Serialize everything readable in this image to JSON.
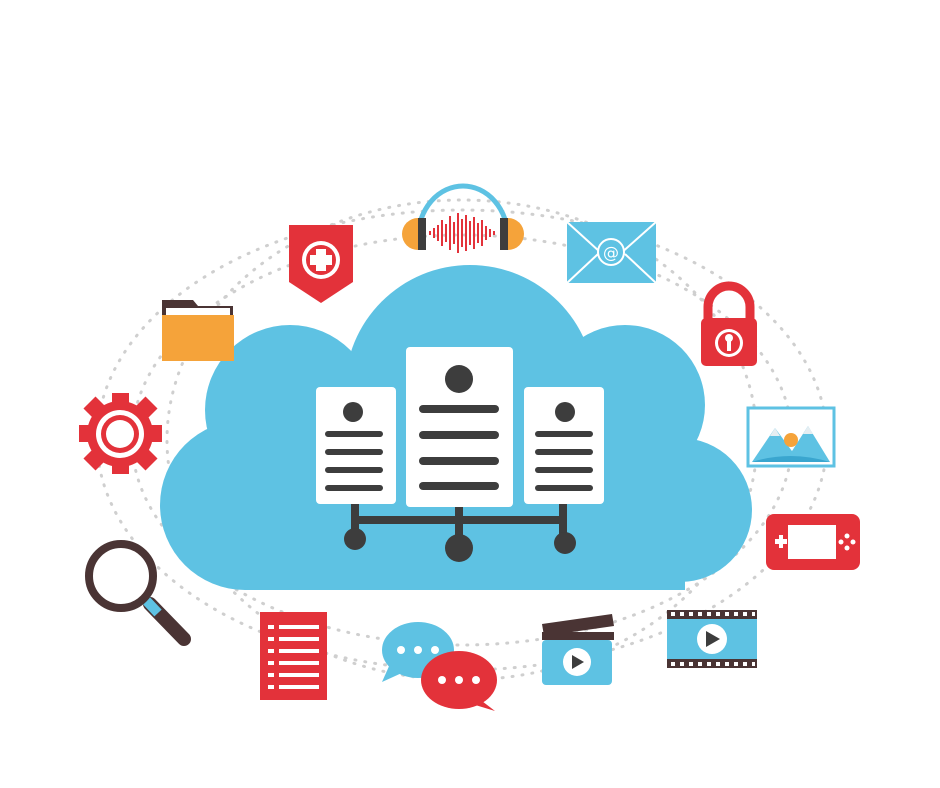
{
  "illustration": {
    "subject": "cloud-storage-services",
    "center": {
      "element": "cloud",
      "documents": 3
    },
    "icons": [
      "shield-plus-icon",
      "headphones-audio-icon",
      "email-envelope-icon",
      "folder-icon",
      "padlock-icon",
      "gear-icon",
      "image-landscape-icon",
      "magnifier-icon",
      "gamepad-icon",
      "checklist-document-icon",
      "chat-bubbles-icon",
      "clapperboard-video-icon",
      "film-strip-icon"
    ],
    "email_symbol": "@"
  },
  "colors": {
    "cloud": "#5ec2e3",
    "paper": "#ffffff",
    "ink": "#3d3d3d",
    "red": "#e3323a",
    "orange": "#f5a33a",
    "blue": "#5ec2e3",
    "brown": "#4a3434",
    "gray_dots": "#cfcfcf"
  }
}
